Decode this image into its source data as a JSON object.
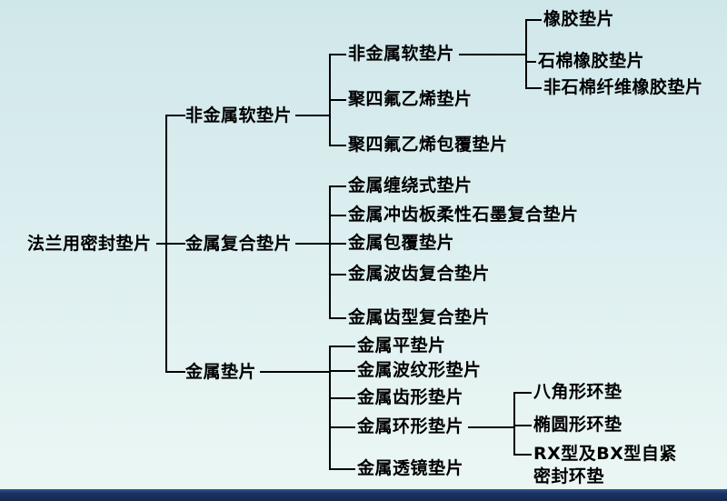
{
  "page": {
    "background_top": "#d0e7ea",
    "background_bottom": "#ecf7f4",
    "footer_bar_color": "#1b3161",
    "connector_color": "#000000",
    "text_color": "#000000"
  },
  "tree": {
    "root": {
      "label": "法兰用密封垫片"
    },
    "branches": [
      {
        "label": "非金属软垫片",
        "children": [
          {
            "label": "非金属软垫片",
            "children": [
              {
                "label": "橡胶垫片"
              },
              {
                "label": "石棉橡胶垫片"
              },
              {
                "label": "非石棉纤维橡胶垫片"
              }
            ]
          },
          {
            "label": "聚四氟乙烯垫片"
          },
          {
            "label": "聚四氟乙烯包覆垫片"
          }
        ]
      },
      {
        "label": "金属复合垫片",
        "children": [
          {
            "label": "金属缠绕式垫片"
          },
          {
            "label": "金属冲齿板柔性石墨复合垫片"
          },
          {
            "label": "金属包覆垫片"
          },
          {
            "label": "金属波齿复合垫片"
          },
          {
            "label": "金属齿型复合垫片"
          }
        ]
      },
      {
        "label": "金属垫片",
        "children": [
          {
            "label": "金属平垫片"
          },
          {
            "label": "金属波纹形垫片"
          },
          {
            "label": "金属齿形垫片"
          },
          {
            "label": "金属环形垫片",
            "children": [
              {
                "label": "八角形环垫"
              },
              {
                "label": "椭圆形环垫"
              },
              {
                "label_line1": "RX型及BX型自紧",
                "label_line2": "密封环垫"
              }
            ]
          },
          {
            "label": "金属透镜垫片"
          }
        ]
      }
    ]
  }
}
